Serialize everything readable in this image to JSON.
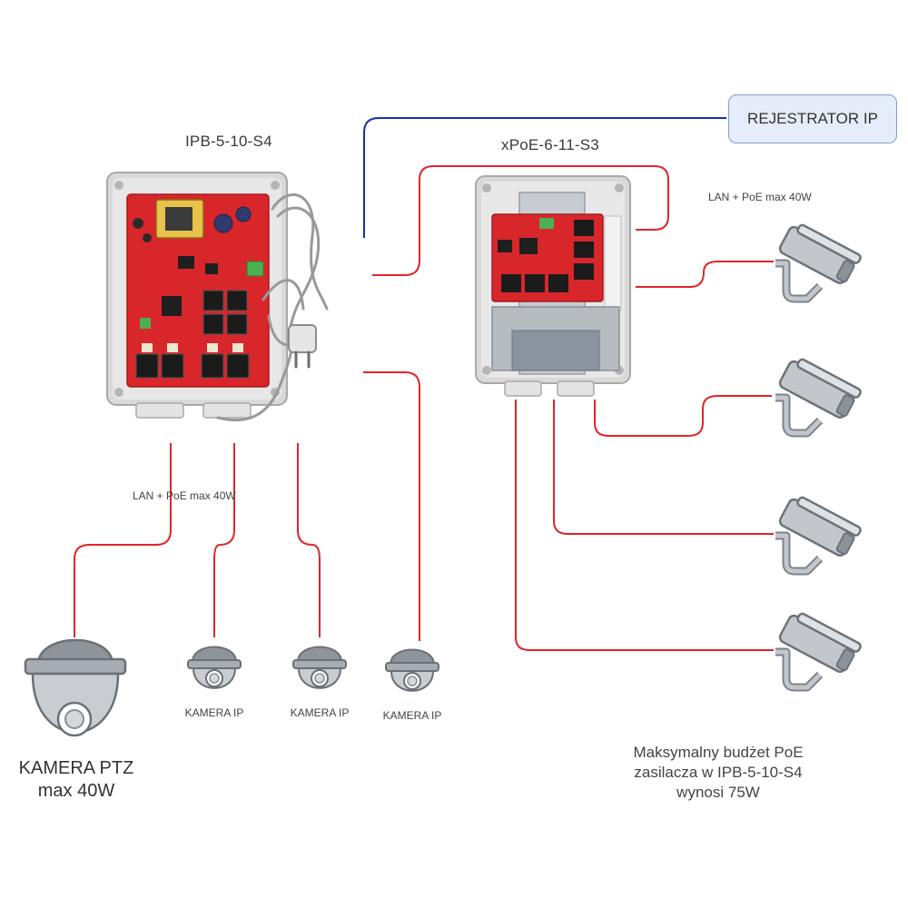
{
  "devices": {
    "psu_title": "IPB-5-10-S4",
    "switch_title": "xPoE-6-11-S3",
    "recorder_label": "REJESTRATOR IP"
  },
  "links": {
    "lan_poe_left": "LAN + PoE max 40W",
    "lan_poe_right": "LAN + PoE max 40W"
  },
  "cameras": {
    "ptz_line1": "KAMERA PTZ",
    "ptz_line2": "max 40W",
    "dome_labels": [
      "KAMERA IP",
      "KAMERA IP",
      "KAMERA IP"
    ]
  },
  "note": {
    "line1": "Maksymalny budżet PoE",
    "line2": "zasilacza  w IPB-5-10-S4",
    "line3": "wynosi 75W"
  },
  "colors": {
    "poe_cable": "#e0262b",
    "recorder_cable": "#1a2fb0",
    "recorder_fill": "#e5edfa",
    "recorder_border": "#7f9fd0",
    "pcb_red": "#d8262b",
    "enclosure": "#dedede",
    "camera_grey": "#b0b4ba"
  },
  "icons": [
    "power-supply-box",
    "poe-switch-box",
    "ptz-dome-camera-icon",
    "dome-camera-icon",
    "bullet-camera-icon",
    "power-plug-icon"
  ]
}
